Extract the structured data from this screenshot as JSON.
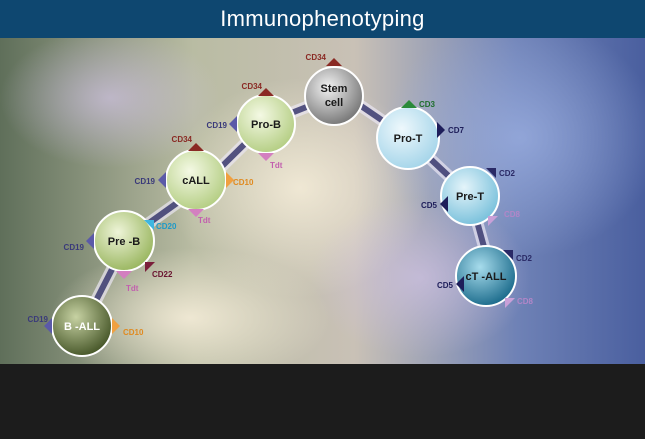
{
  "header": {
    "title": "Immunophenotyping"
  },
  "colors": {
    "header_bg": "#0e4770",
    "footer_bg": "#1c1c1c",
    "b_lineage_path": "#3a3a6e",
    "t_lineage_path": "#3a3a6e",
    "cd19": "#5b5aa8",
    "cd10": "#f0a040",
    "cd34": "#8a2a24",
    "tdt": "#d37fc0",
    "cd20": "#3fb6e0",
    "cd22": "#7a1e3a",
    "cd3": "#2a8a3a",
    "cd7": "#1e1e5a",
    "cd2": "#2a2a66",
    "cd5": "#1e1e5a",
    "cd8": "#c9a0d8"
  },
  "cells": {
    "stem": {
      "label_line1": "Stem",
      "label_line2": "cell"
    },
    "pro_b": {
      "label": "Pro-B"
    },
    "call": {
      "label": "cALL"
    },
    "pre_b": {
      "label": "Pre -B"
    },
    "b_all": {
      "label": "B -ALL"
    },
    "pro_t": {
      "label": "Pro-T"
    },
    "pre_t": {
      "label": "Pre-T"
    },
    "ct_all": {
      "label": "cT -ALL"
    }
  },
  "markers": {
    "stem_cd34": "CD34",
    "prob_cd34": "CD34",
    "prob_cd19": "CD19",
    "prob_tdt": "Tdt",
    "call_cd34": "CD34",
    "call_cd19": "CD19",
    "call_cd10": "CD10",
    "call_tdt": "Tdt",
    "preb_cd20": "CD20",
    "preb_cd19": "CD19",
    "preb_cd22": "CD22",
    "preb_tdt": "Tdt",
    "ball_cd19": "CD19",
    "ball_cd10": "CD10",
    "prot_cd3": "CD3",
    "prot_cd7": "CD7",
    "pret_cd2": "CD2",
    "pret_cd5": "CD5",
    "pret_cd8": "CD8",
    "ctall_cd2": "CD2",
    "ctall_cd5": "CD5",
    "ctall_cd8": "CD8"
  }
}
